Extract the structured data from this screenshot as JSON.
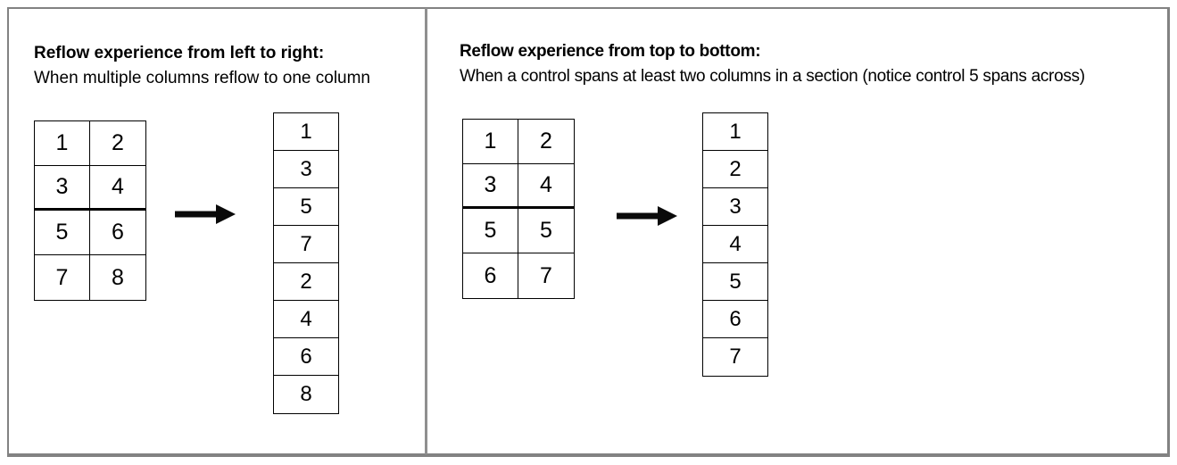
{
  "colors": {
    "frame_border": "#828282",
    "panel_divider": "#8f8f8f",
    "grid_line": "#000000",
    "text": "#000000",
    "background": "#ffffff"
  },
  "left_panel": {
    "title": "Reflow experience from left to right:",
    "subtitle": "When multiple columns reflow to one column",
    "grid": {
      "columns": 2,
      "rows": [
        [
          "1",
          "2"
        ],
        [
          "3",
          "4"
        ],
        [
          "5",
          "6"
        ],
        [
          "7",
          "8"
        ]
      ],
      "thick_divider_after_row": 2
    },
    "arrow_icon": "right-arrow",
    "reflow_column": [
      "1",
      "3",
      "5",
      "7",
      "2",
      "4",
      "6",
      "8"
    ]
  },
  "right_panel": {
    "title": "Reflow experience from top to bottom:",
    "subtitle": "When a control spans at least two columns in a section (notice control 5 spans across)",
    "grid": {
      "columns": 2,
      "rows": [
        [
          "1",
          "2"
        ],
        [
          "3",
          "4"
        ],
        [
          "5",
          "5"
        ],
        [
          "6",
          "7"
        ]
      ],
      "thick_divider_after_row": 2
    },
    "arrow_icon": "right-arrow",
    "reflow_column": [
      "1",
      "2",
      "3",
      "4",
      "5",
      "6",
      "7"
    ]
  }
}
